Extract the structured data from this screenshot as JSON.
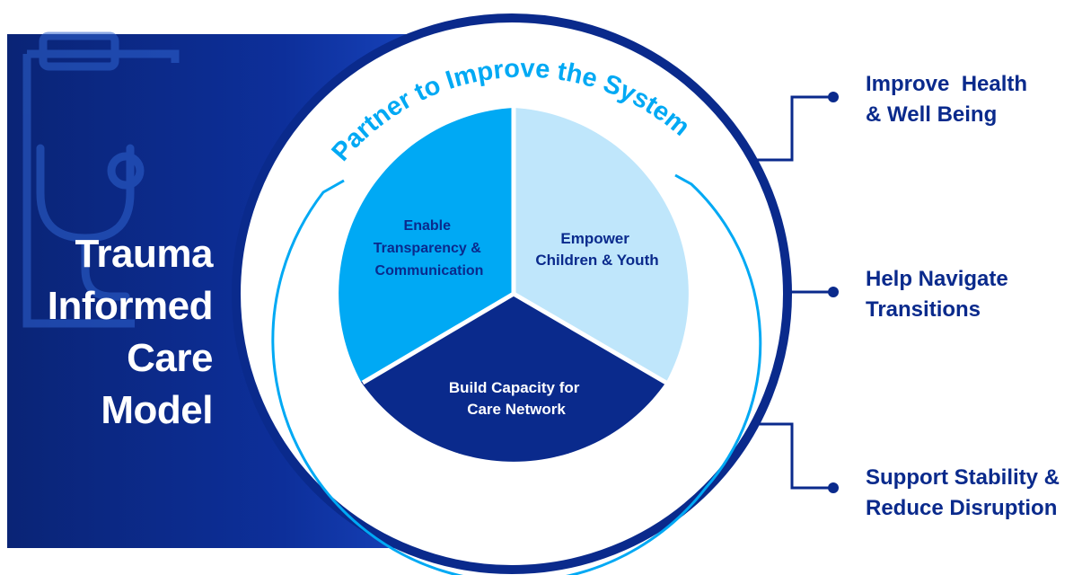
{
  "title_lines": [
    "Trauma",
    "Informed",
    "Care",
    "Model"
  ],
  "arc_label": "Partner to Improve the System",
  "segments": {
    "left": {
      "lines": [
        "Enable",
        "Transparency &",
        "Communication"
      ]
    },
    "right": {
      "lines": [
        "Empower",
        "Children & Youth"
      ]
    },
    "bottom": {
      "lines": [
        "Build Capacity for",
        "Care Network"
      ]
    }
  },
  "outcomes": [
    {
      "lines": [
        "Improve  Health",
        "& Well Being"
      ]
    },
    {
      "lines": [
        "Help Navigate",
        "Transitions"
      ]
    },
    {
      "lines": [
        "Support Stability &",
        "Reduce Disruption"
      ]
    }
  ],
  "icons": [
    "clipboard-icon",
    "stethoscope-icon"
  ],
  "colors": {
    "panel_dark": "#0a2476",
    "panel_light": "#1d4fd0",
    "ring": "#0a2a8c",
    "segment_left": "#00a9f4",
    "segment_right": "#bfe6fb",
    "segment_bottom": "#0a2a8c",
    "accent": "#00a9f4",
    "outcome_text": "#0a2a8c"
  }
}
